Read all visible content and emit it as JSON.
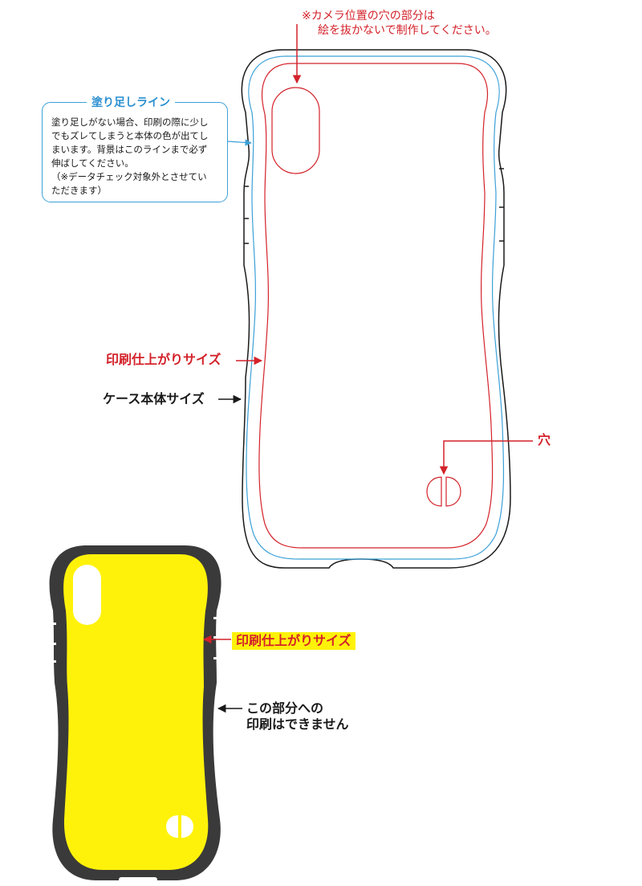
{
  "camera_note": {
    "line1": "※カメラ位置の穴の部分は",
    "line2": "絵を抜かないで制作してください。"
  },
  "bleed": {
    "title": "塗り足しライン",
    "lines": [
      "塗り足しがない場合、印刷の際に少し",
      "でもズレてしまうと本体の色が出てし",
      "まいます。背景はこのラインまで必ず",
      "伸ばしてください。",
      "（※データチェック対象外とさせてい",
      "ただきます）"
    ]
  },
  "labels": {
    "print_size": "印刷仕上がりサイズ",
    "case_size": "ケース本体サイズ",
    "hole": "穴",
    "print_size_2": "印刷仕上がりサイズ",
    "no_print_line1": "この部分への",
    "no_print_line2": "印刷はできません"
  },
  "colors": {
    "print_line": "#d3222a",
    "bleed_line": "#3ba0d8",
    "case_outline": "#1a1a1a",
    "print_area": "#fff20a",
    "case_body": "#3a3a3a",
    "label_red": "#d3222a"
  }
}
